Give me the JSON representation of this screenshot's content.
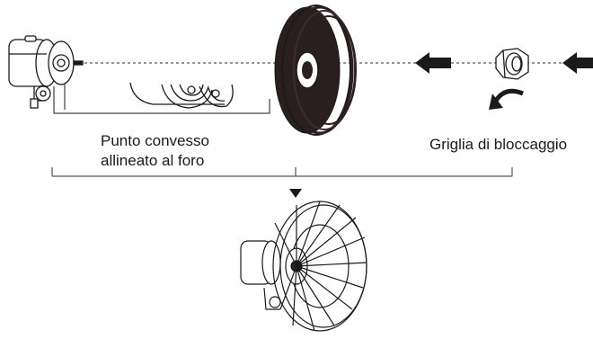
{
  "labels": {
    "convex_point_line1": "Punto convesso",
    "convex_point_line2": "allineato al foro",
    "locking_grille": "Griglia di bloccaggio"
  },
  "colors": {
    "ink": "#1a1a1a",
    "grille_dark": "#2a1f1f",
    "background": "#ffffff"
  }
}
